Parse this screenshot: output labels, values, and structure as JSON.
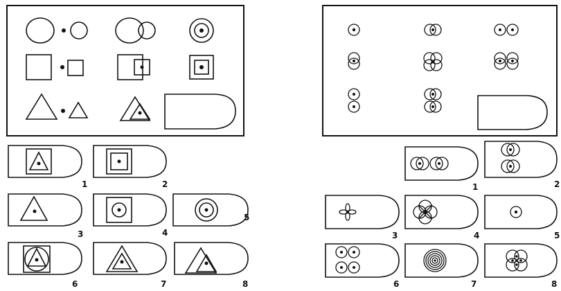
{
  "left_puzzle": {
    "answer_labels": [
      "1",
      "2",
      "3",
      "4",
      "5",
      "6",
      "7",
      "8"
    ]
  },
  "right_puzzle": {
    "answer_labels": [
      "1",
      "2",
      "3",
      "4",
      "5",
      "6",
      "7",
      "8"
    ]
  },
  "colors": {
    "ink": "#111111",
    "paper": "#ffffff"
  }
}
